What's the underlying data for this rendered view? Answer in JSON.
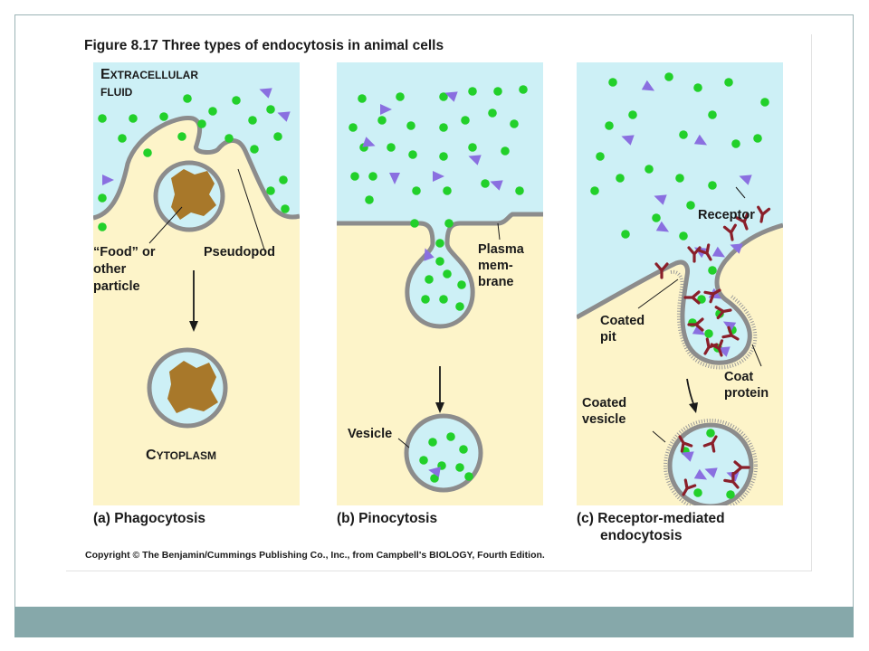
{
  "title": "Figure 8.17  Three types of endocytosis in animal cells",
  "colors": {
    "extracellular": "#cdf0f6",
    "cytoplasm": "#fdf4c9",
    "membrane": "#8c8c8c",
    "particle_green": "#22d02a",
    "particle_purple": "#8a6fe0",
    "food": "#a8782a",
    "receptor": "#8a1f2a",
    "footer_bar": "#86a8aa"
  },
  "panels": {
    "a": {
      "extracellular_label": {
        "first": "E",
        "rest": "XTRACELLULAR",
        "line2": "FLUID"
      },
      "food_label": [
        "“Food” or",
        "other",
        "particle"
      ],
      "pseudopod_label": "Pseudopod",
      "cytoplasm_label": {
        "first": "C",
        "rest": "YTOPLASM"
      },
      "caption": "(a) Phagocytosis"
    },
    "b": {
      "membrane_label": [
        "Plasma",
        "mem-",
        "brane"
      ],
      "vesicle_label": "Vesicle",
      "caption": "(b) Pinocytosis"
    },
    "c": {
      "receptor_label": "Receptor",
      "coated_pit_label": [
        "Coated",
        "pit"
      ],
      "coat_protein_label": [
        "Coat",
        "protein"
      ],
      "coated_vesicle_label": [
        "Coated",
        "vesicle"
      ],
      "caption": [
        "(c) Receptor-mediated",
        "endocytosis"
      ]
    }
  },
  "copyright": "Copyright © The Benjamin/Cummings Publishing Co., Inc., from Campbell's BIOLOGY, Fourth Edition."
}
